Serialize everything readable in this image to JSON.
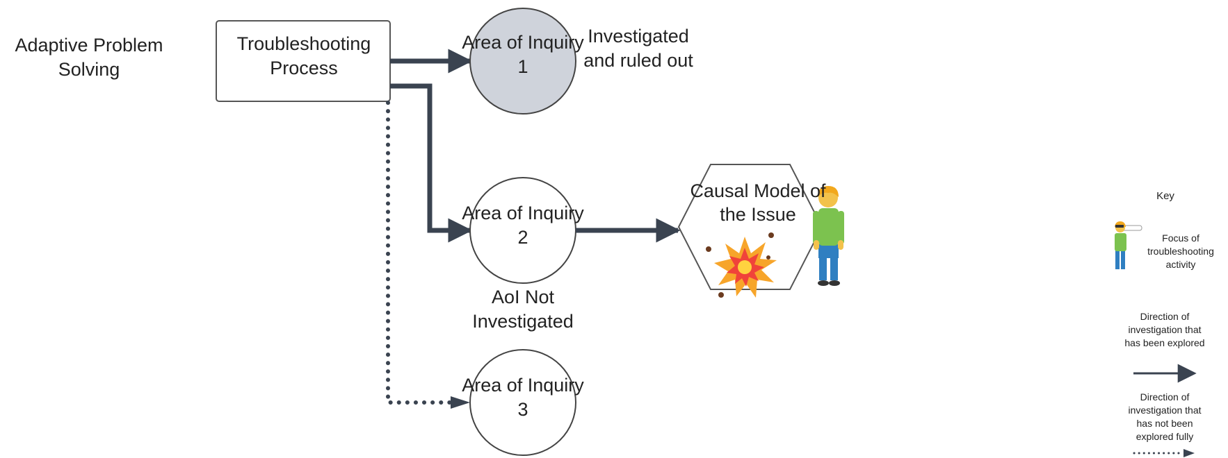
{
  "diagram": {
    "title": "Adaptive Problem Solving",
    "process_box": "Troubleshooting Process",
    "areas": [
      {
        "label": "Area of Inquiry 1",
        "state": "investigated-ruled-out",
        "fill": "#cfd3db"
      },
      {
        "label": "Area of Inquiry 2",
        "state": "explored",
        "fill": "#ffffff"
      },
      {
        "label": "Area of Inquiry 3",
        "state": "not-fully-explored",
        "fill": "#ffffff"
      }
    ],
    "notes": {
      "area1_status": "Investigated and ruled out",
      "area2_status": "AoI Not Investigated"
    },
    "causal_model": "Causal Model of the Issue",
    "icons": [
      "person-icon",
      "explosion-icon",
      "person-with-flashlight-icon"
    ],
    "colors": {
      "arrow": "#3a4350",
      "stroke": "#444444",
      "area1_fill": "#cfd3db",
      "person_shirt": "#7cc24f",
      "person_pants": "#2f7fc1",
      "person_hair": "#f2a81d"
    }
  },
  "key": {
    "title": "Key",
    "focus": "Focus of troubleshooting activity",
    "explored": "Direction of investigation that has been explored",
    "not_explored": "Direction of investigation that has not  been explored fully"
  }
}
